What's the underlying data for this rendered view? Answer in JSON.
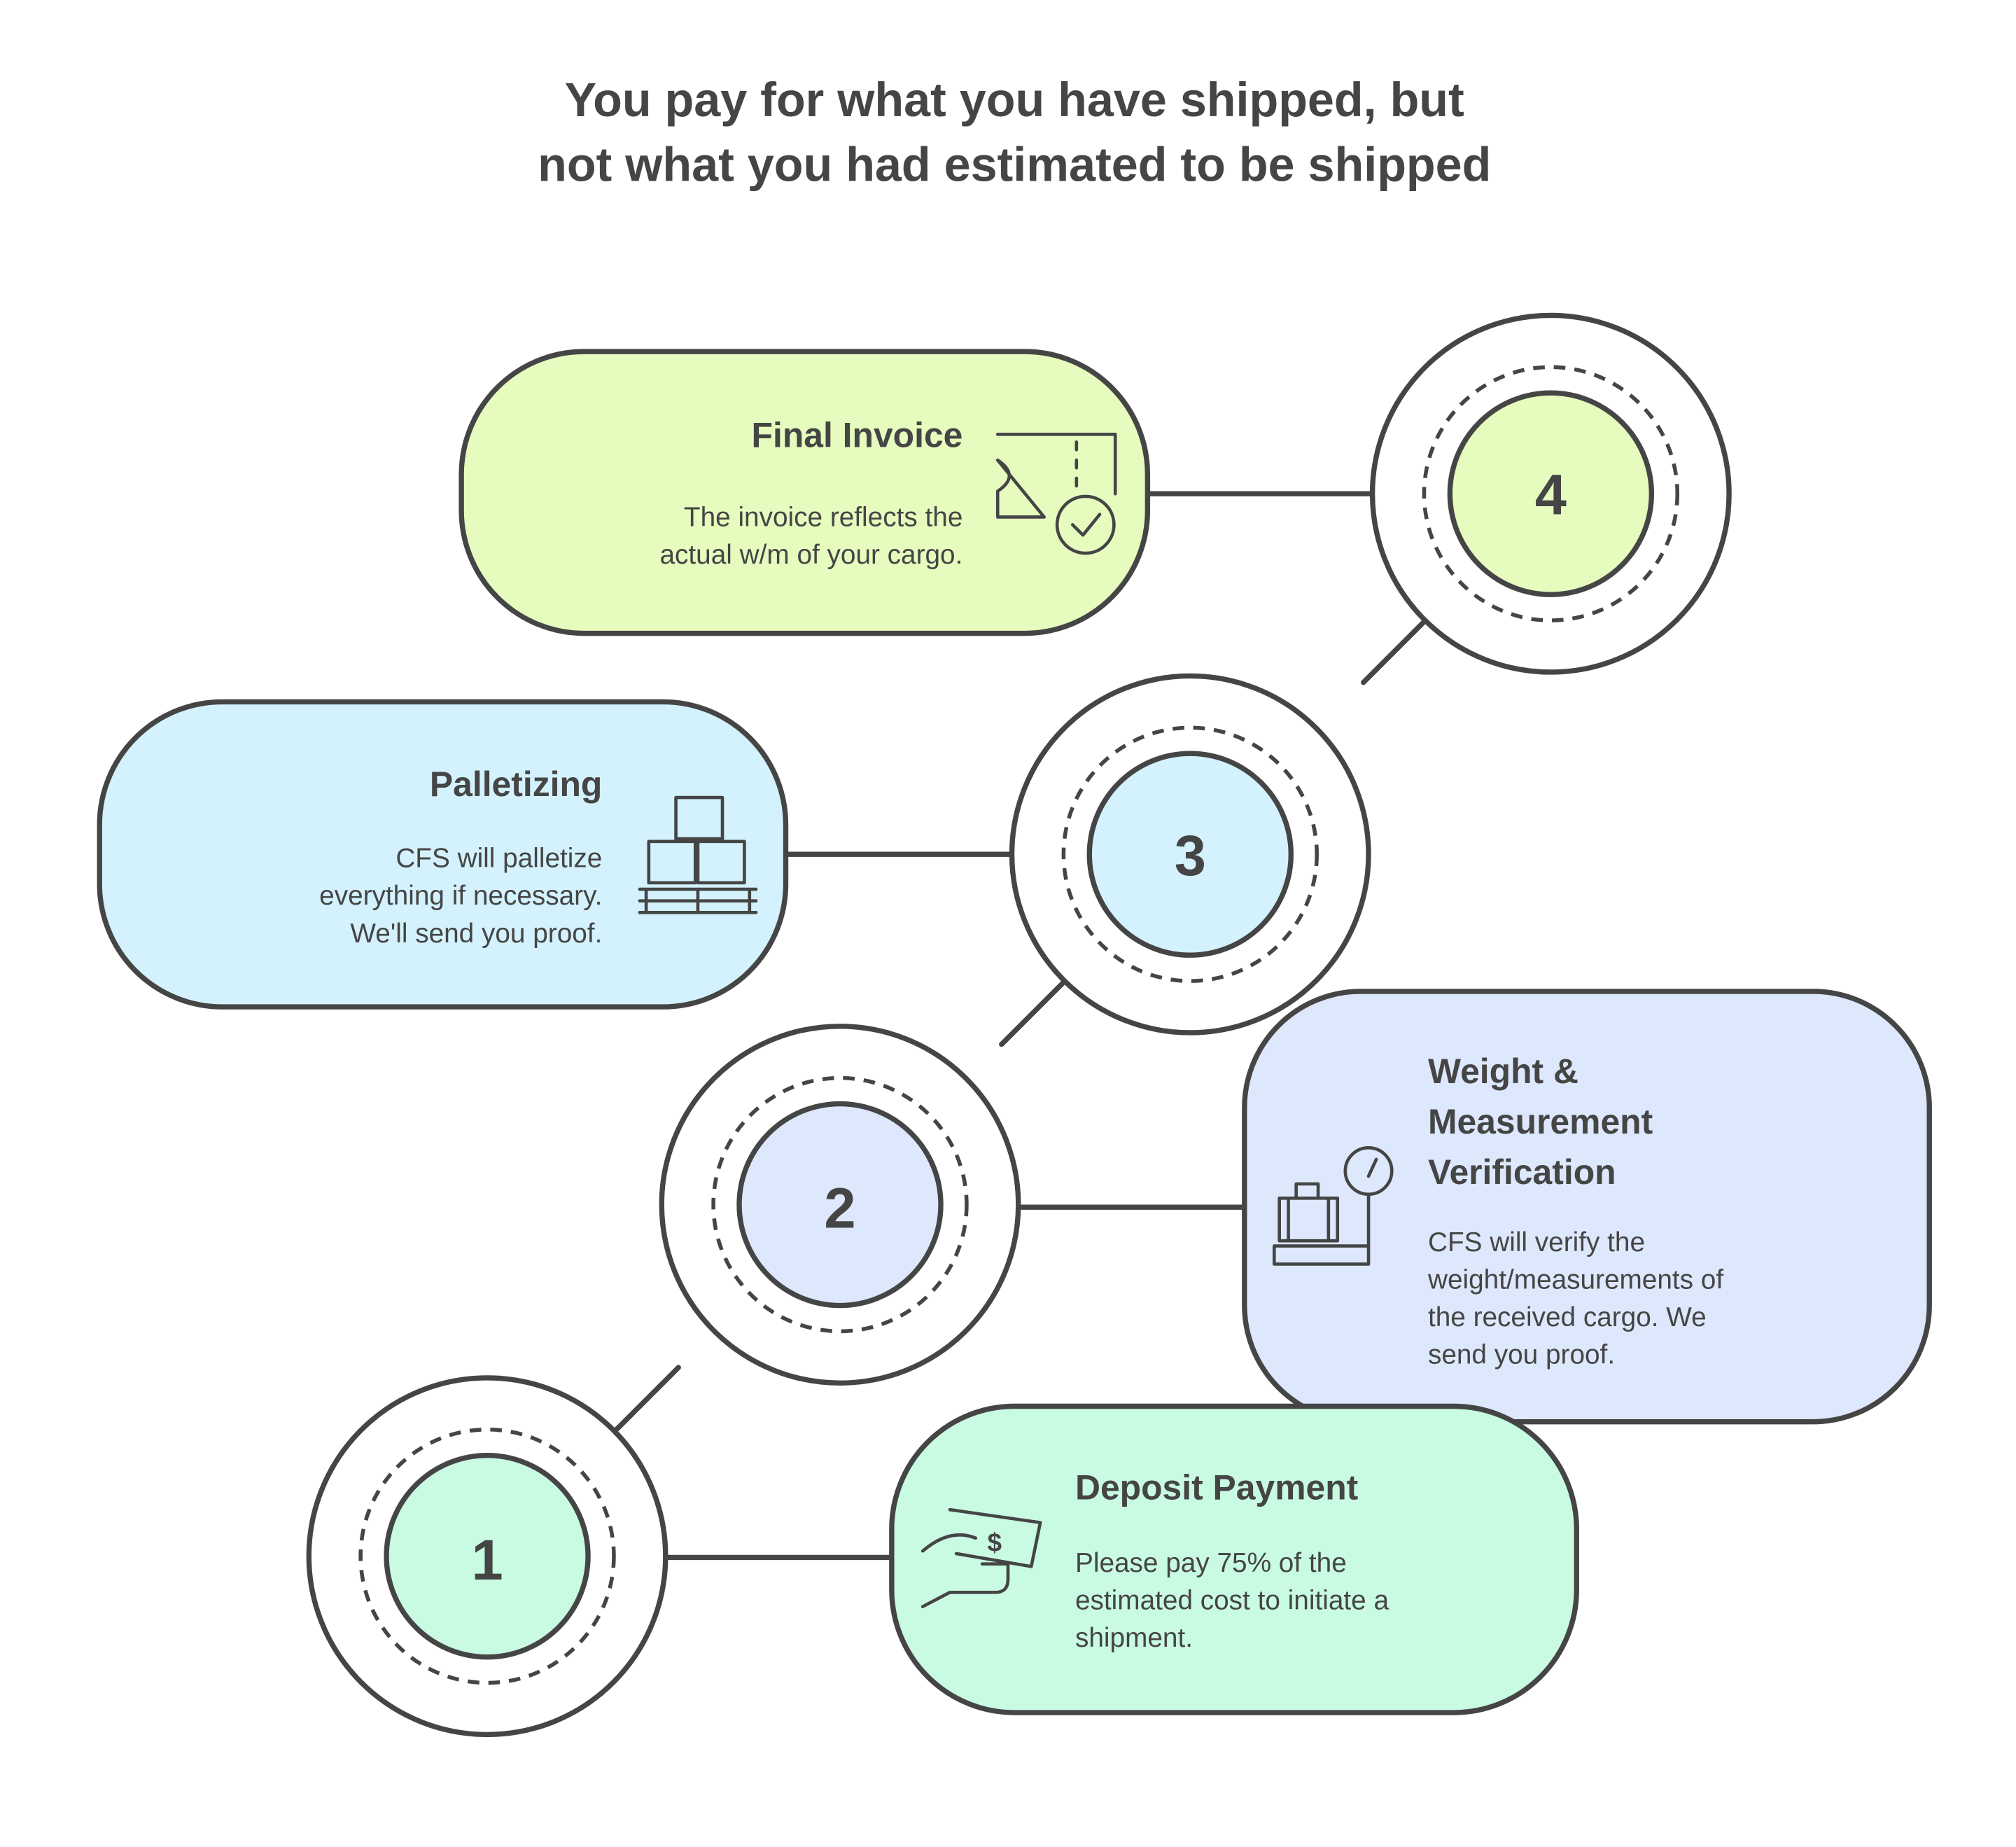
{
  "title": {
    "line1": "You pay for what you have shipped, but",
    "line2": "not what you had estimated to be shipped"
  },
  "steps": [
    {
      "number": "1",
      "title": "Deposit Payment",
      "desc": [
        "Please pay 75% of the",
        "estimated cost to initiate a",
        "shipment."
      ],
      "icon": "hand-cash-icon",
      "color": "#c8fbe2"
    },
    {
      "number": "2",
      "title": [
        "Weight &",
        "Measurement",
        "Verification"
      ],
      "desc": [
        "CFS will verify the",
        "weight/measurements of",
        "the received cargo. We",
        "send you proof."
      ],
      "icon": "scale-luggage-icon",
      "color": "#dde8fd"
    },
    {
      "number": "3",
      "title": "Palletizing",
      "desc": [
        "CFS will palletize",
        "everything if necessary.",
        "We'll send you proof."
      ],
      "icon": "pallet-boxes-icon",
      "color": "#d3f2fd"
    },
    {
      "number": "4",
      "title": "Final Invoice",
      "desc": [
        "The invoice reflects the",
        "actual w/m of your cargo."
      ],
      "icon": "ticket-check-icon",
      "color": "#e6fcbf"
    }
  ]
}
